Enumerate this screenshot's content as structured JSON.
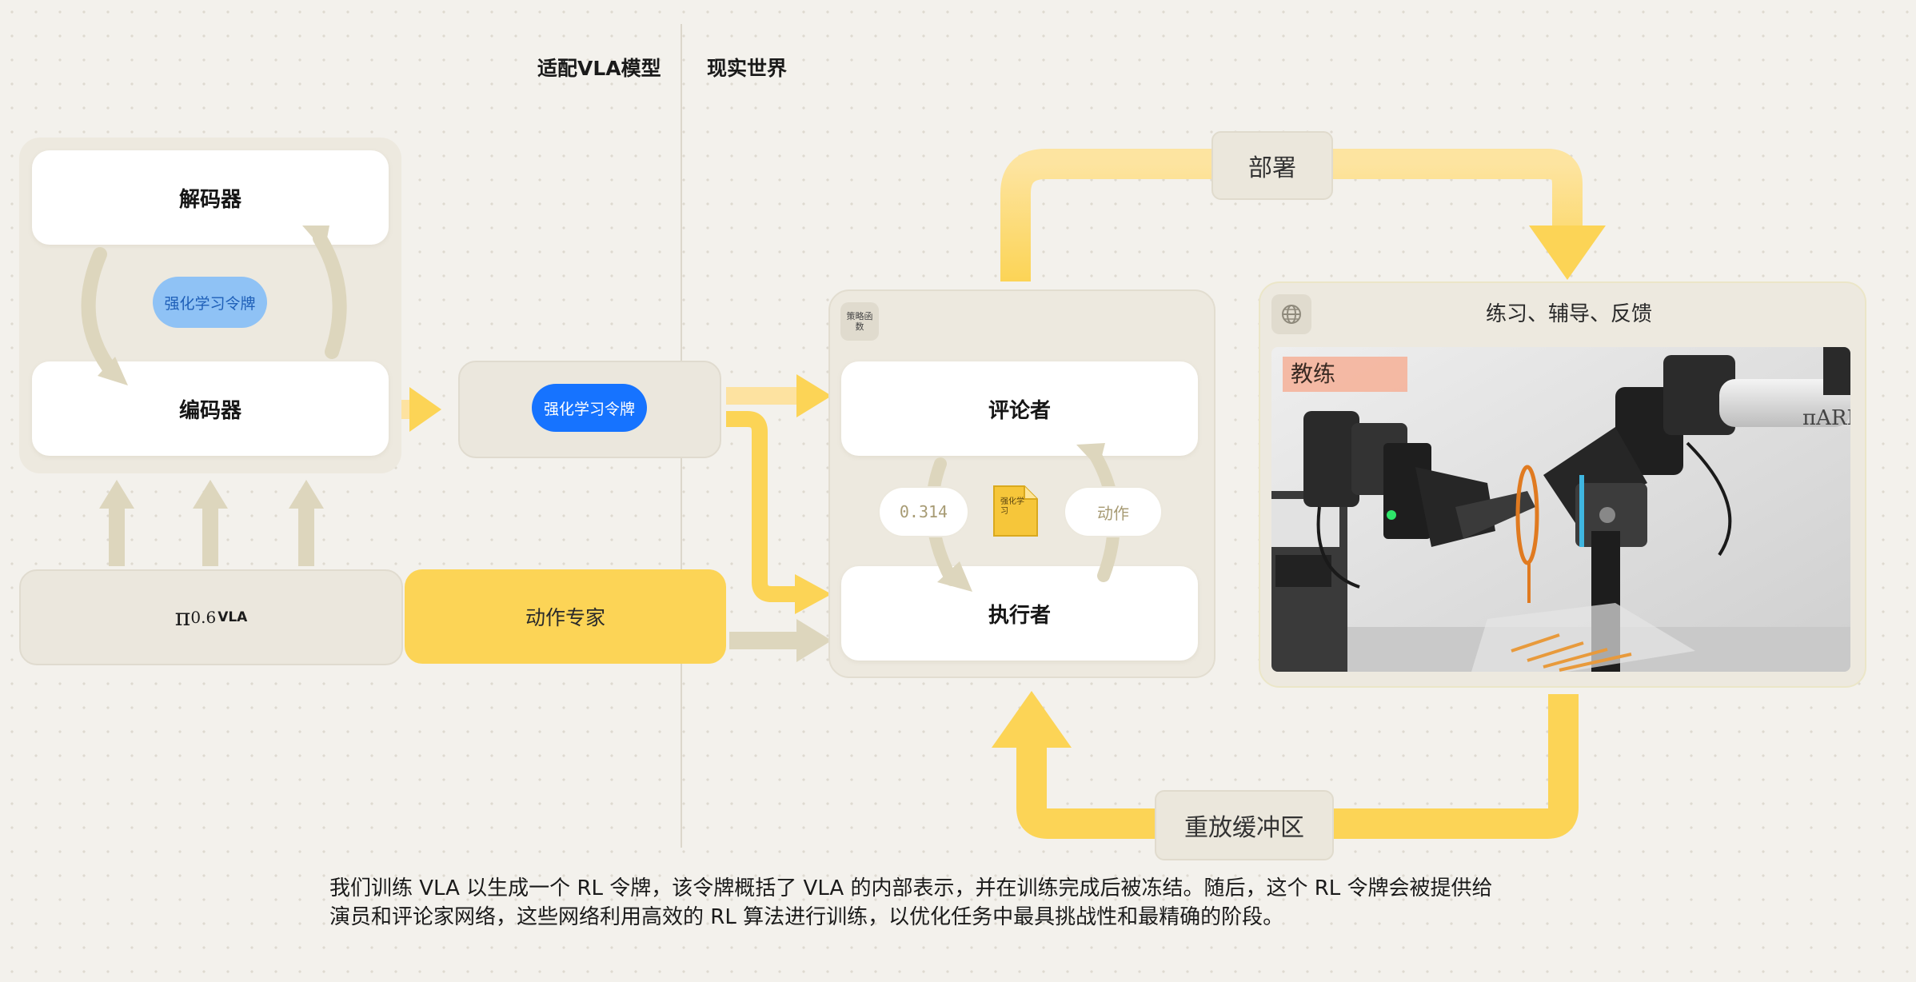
{
  "header": {
    "left_label": "适配VLA模型",
    "right_label": "现实世界"
  },
  "model": {
    "decoder": "解码器",
    "encoder": "编码器",
    "rl_token_light": "强化学习令牌",
    "rl_token": "强化学习令牌",
    "vla_pi": "π",
    "vla_sub": "0.6",
    "vla_sup": "VLA",
    "action_expert": "动作专家"
  },
  "policy": {
    "tag": "策略函数",
    "critic": "评论者",
    "actor": "执行者",
    "value": "0.314",
    "action": "动作",
    "doc_icon_text": "强化学习"
  },
  "loop": {
    "deploy": "部署",
    "replay": "重放缓冲区"
  },
  "realworld": {
    "title": "练习、辅导、反馈",
    "coach": "教练",
    "logo": "πARM"
  },
  "caption": {
    "line1": "我们训练 VLA 以生成一个 RL 令牌，该令牌概括了 VLA 的内部表示，并在训练完成后被冻结。随后，这个 RL 令牌会被提供给",
    "line2": "演员和评论家网络，这些网络利用高效的 RL 算法进行训练，以优化任务中最具挑战性和最精确的阶段。"
  },
  "colors": {
    "accent_yellow": "#fcd760",
    "token_blue": "#1673ff",
    "token_light_blue": "#8fc2f5",
    "arrow_beige": "#ddd6bd"
  }
}
